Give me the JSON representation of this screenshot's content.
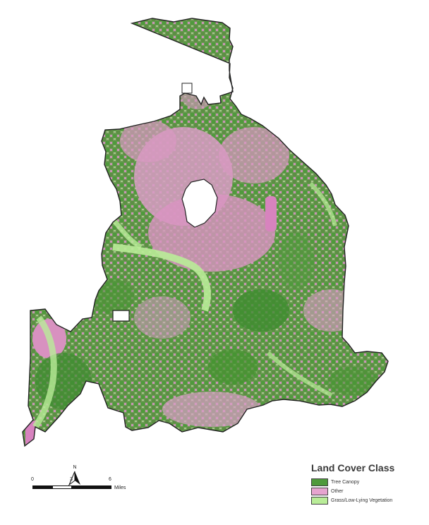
{
  "legend": {
    "title": "Land Cover Class",
    "items": [
      {
        "label": "Tree Canopy",
        "color": "#4f9a3c"
      },
      {
        "label": "Other",
        "color": "#e6a4cf"
      },
      {
        "label": "Grass/Low-Lying Vegetation",
        "color": "#b9ec98"
      }
    ]
  },
  "north_arrow": {
    "label": "N"
  },
  "scale_bar": {
    "ticks": [
      "0",
      "3",
      "6"
    ],
    "units": "Miles"
  },
  "colors": {
    "tree_canopy": "#4f9a3c",
    "other": "#e6a4cf",
    "grass": "#b9ec98",
    "boundary": "#222222"
  }
}
